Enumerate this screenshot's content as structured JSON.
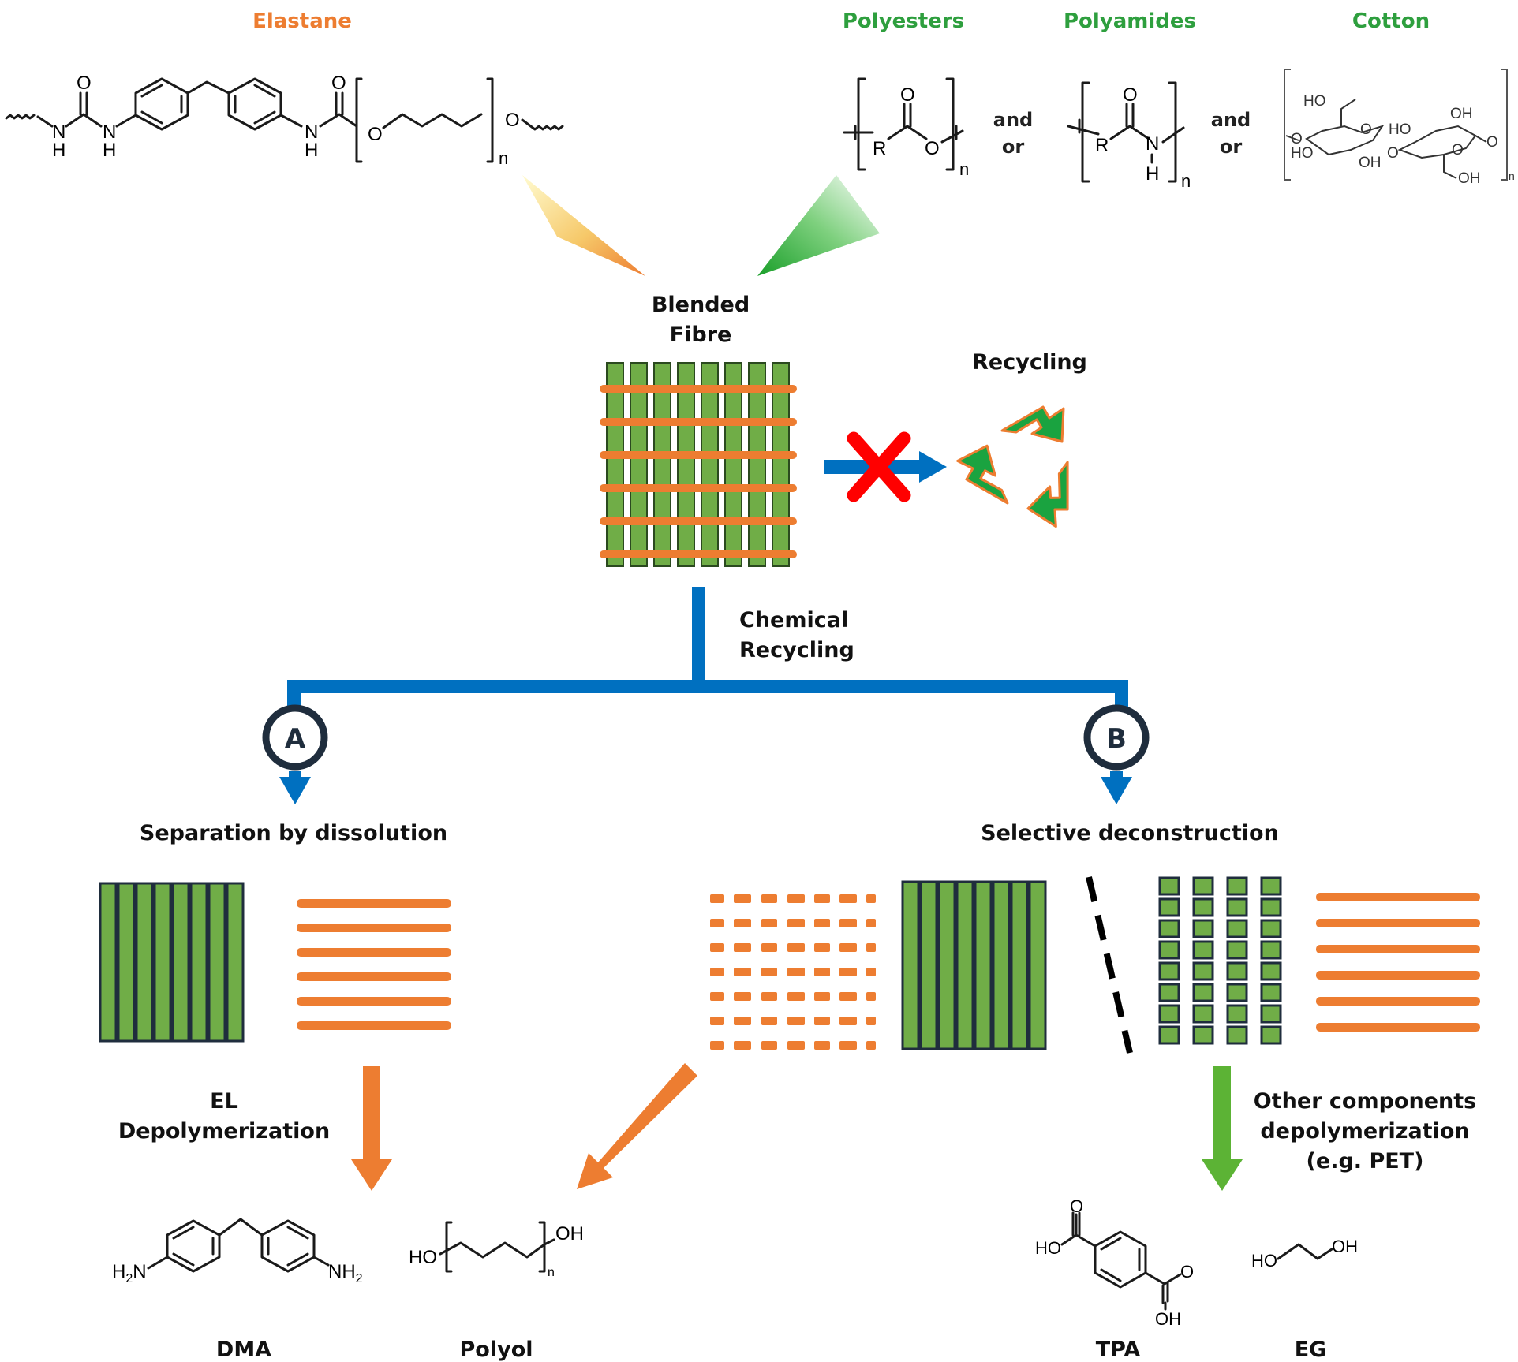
{
  "colors": {
    "orange": "#ED7D31",
    "green": "#70AD47",
    "green_dark": "#2E9F3E",
    "blue": "#0070C0",
    "navy": "#1F2D3D",
    "red": "#FF0000",
    "black": "#000000"
  },
  "icons": [
    "recycle-icon",
    "cross-mark-icon",
    "woven-fabric-icon"
  ],
  "labels": {
    "elastane": "Elastane",
    "polyesters": "Polyesters",
    "polyamides": "Polyamides",
    "cotton": "Cotton",
    "and1": "and",
    "or1": "or",
    "and2": "and",
    "or2": "or",
    "blended_1": "Blended",
    "blended_2": "Fibre",
    "recycling": "Recycling",
    "chem_1": "Chemical",
    "chem_2": "Recycling",
    "route_a": "A",
    "route_b": "B",
    "separation": "Separation by dissolution",
    "selective": "Selective deconstruction",
    "el_1": "EL",
    "el_2": "Depolymerization",
    "other_1": "Other components",
    "other_2": "depolymerization",
    "other_3": "(e.g. PET)",
    "dma": "DMA",
    "polyol": "Polyol",
    "tpa": "TPA",
    "eg": "EG"
  },
  "atoms": {
    "N": "N",
    "H": "H",
    "O": "O",
    "n": "n",
    "R": "R",
    "HO": "HO",
    "OH": "OH",
    "H2N_H": "H",
    "H2N_2": "2",
    "H2N_N": "N",
    "NH2_NH": "NH",
    "NH2_2": "2"
  }
}
